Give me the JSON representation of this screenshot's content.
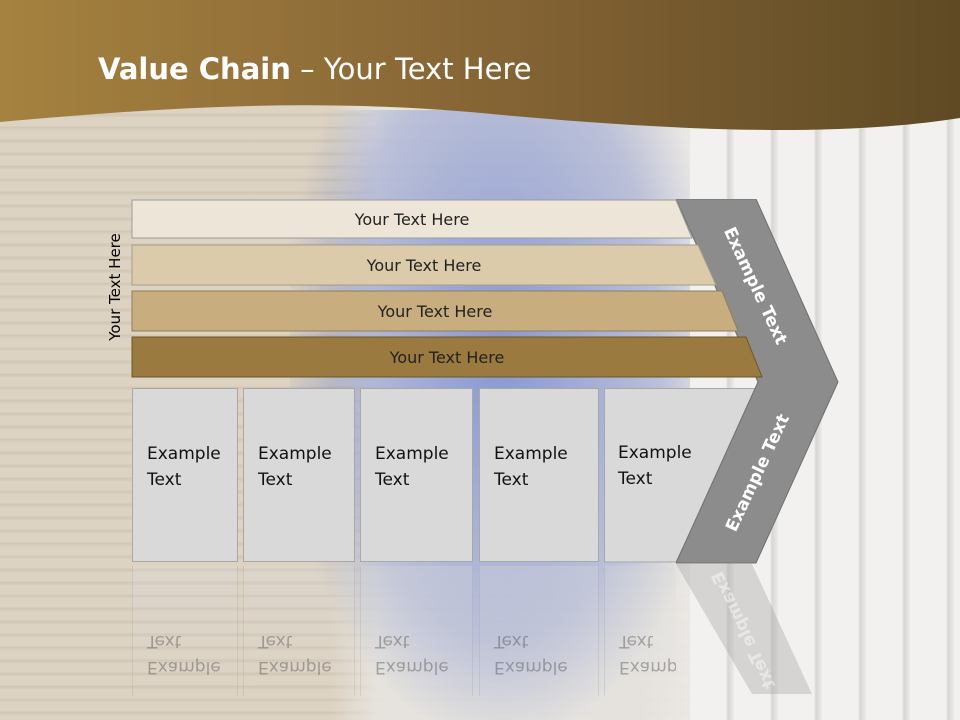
{
  "slide": {
    "title_bold": "Value Chain",
    "title_rest": " – Your Text Here",
    "side_label": "Your Text Here"
  },
  "rows": [
    {
      "label": "Your Text Here",
      "fill": "#ede5d8"
    },
    {
      "label": "Your Text Here",
      "fill": "#dccbaa"
    },
    {
      "label": "Your Text Here",
      "fill": "#c8ae7e"
    },
    {
      "label": "Your Text Here",
      "fill": "#9a7a3e"
    }
  ],
  "boxes": [
    {
      "label": "Example\nText"
    },
    {
      "label": "Example\nText"
    },
    {
      "label": "Example\nText"
    },
    {
      "label": "Example\nText"
    },
    {
      "label": "Example\nText"
    }
  ],
  "chevron": {
    "upper_label": "Example Text",
    "lower_label": "Example Text",
    "fill": "#8c8c8c"
  },
  "colors": {
    "header_brown": "#8a6a35",
    "header_dark": "#5e4a24"
  }
}
